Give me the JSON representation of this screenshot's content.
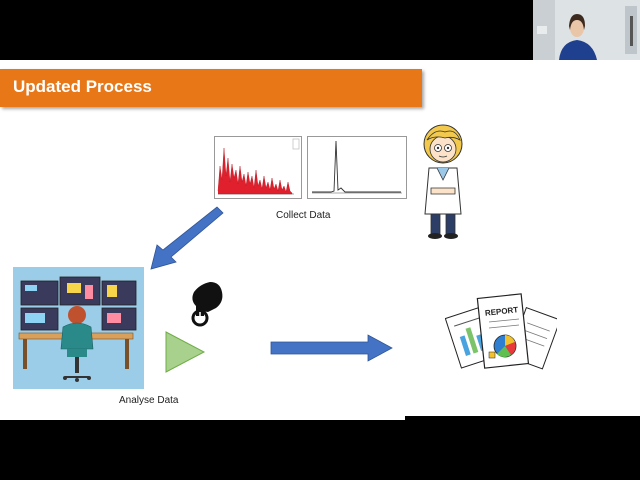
{
  "slide": {
    "title": "Updated Process",
    "captions": {
      "collect": "Collect Data",
      "analyse": "Analyse Data"
    },
    "report_label": "REPORT"
  },
  "colors": {
    "title_bar": "#E87817",
    "arrow_blue": "#4472C4",
    "play_green": "#A9D18E",
    "spectrum_red": "#E0202C",
    "background_letterbox": "#000000"
  },
  "icons": [
    "pointing-hand-cursor-icon",
    "play-triangle-icon",
    "report-document-icon"
  ]
}
